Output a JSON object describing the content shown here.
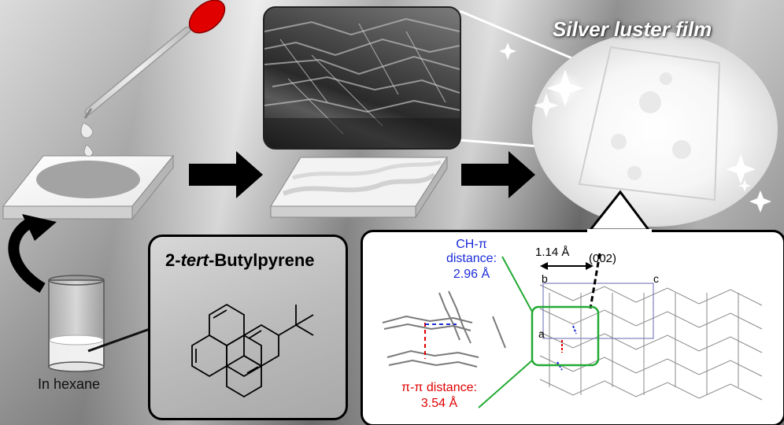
{
  "labels": {
    "film_title": "Silver luster film",
    "solvent": "In hexane",
    "compound_prefix": "2-",
    "compound_italic": "tert",
    "compound_suffix": "-Butylpyrene",
    "ch_pi_line1": "CH-π",
    "ch_pi_line2": "distance:",
    "ch_pi_value": "2.96 Å",
    "pi_pi_line1": "π-π distance:",
    "pi_pi_value": "3.54 Å",
    "shift": "1.14 Å",
    "plane": "(002)",
    "axis_b": "b",
    "axis_c": "c",
    "axis_a": "a"
  },
  "colors": {
    "dropper_bulb": "#e00000",
    "ch_pi": "#1a2bd8",
    "pi_pi": "#e00000",
    "callout_line": "#22aa33"
  }
}
